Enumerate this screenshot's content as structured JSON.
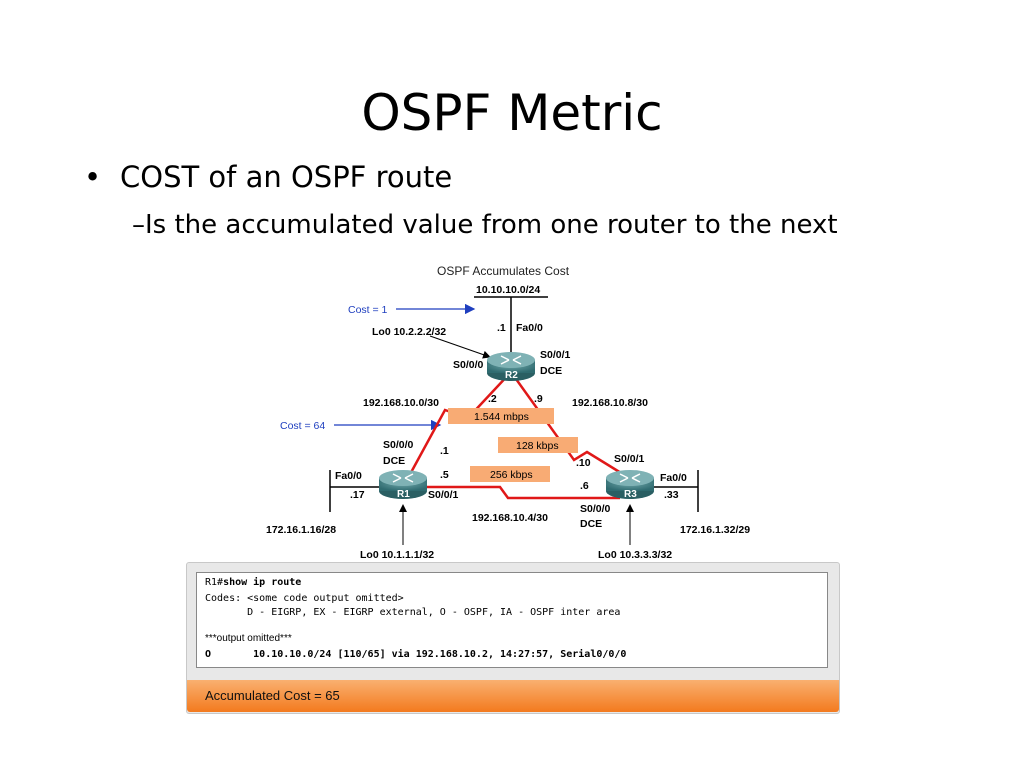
{
  "slide": {
    "title": "OSPF Metric",
    "bullet": "COST of an OSPF route",
    "sub_bullet": "Is the accumulated value from one router to the next",
    "bullet_mark": "•",
    "sub_mark": "–"
  },
  "diagram": {
    "caption": "OSPF Accumulates Cost",
    "top_network": "10.10.10.0/24",
    "cost1": "Cost = 1",
    "cost64": "Cost = 64",
    "r2": {
      "name": "R2",
      "lo": "Lo0 10.2.2.2/32",
      "fa_ip": ".1",
      "fa": "Fa0/0",
      "s000": "S0/0/0",
      "s001": "S0/0/1",
      "dce": "DCE"
    },
    "r1": {
      "name": "R1",
      "lo": "Lo0 10.1.1.1/32",
      "fa": "Fa0/0",
      "fa_ip": ".17",
      "s000": "S0/0/0",
      "dce": "DCE",
      "s001": "S0/0/1",
      "ip_1": ".1",
      "ip_5": ".5"
    },
    "r3": {
      "name": "R3",
      "lo": "Lo0 10.3.3.3/32",
      "fa": "Fa0/0",
      "fa_ip": ".33",
      "s001": "S0/0/1",
      "s000": "S0/0/0",
      "dce": "DCE",
      "ip_10": ".10",
      "ip_6": ".6"
    },
    "links": {
      "r1r2": "192.168.10.0/30",
      "r2r3": "192.168.10.8/30",
      "r1r3": "192.168.10.4/30",
      "r2_left_ip": ".2",
      "r2_right_ip": ".9"
    },
    "bandwidth": {
      "r1r2": "1.544 mbps",
      "r2r3": "128 kbps",
      "r1r3": "256 kbps"
    },
    "lan_left": "172.16.1.16/28",
    "lan_right": "172.16.1.32/29"
  },
  "terminal": {
    "prompt": "R1#",
    "command": "show ip route",
    "codes": "Codes: <some code output omitted>",
    "legend": "       D - EIGRP, EX - EIGRP external, O - OSPF, IA - OSPF inter area",
    "omitted": "***output omitted***",
    "route": "O       10.10.10.0/24 [110/65] via 192.168.10.2, 14:27:57, Serial0/0/0"
  },
  "footer": {
    "text": "Accumulated Cost = 65"
  },
  "colors": {
    "link_red": "#e01818",
    "arrow_blue": "#1f3fbf",
    "bw_box": "#f8ab74",
    "router": "#3d7f83"
  }
}
